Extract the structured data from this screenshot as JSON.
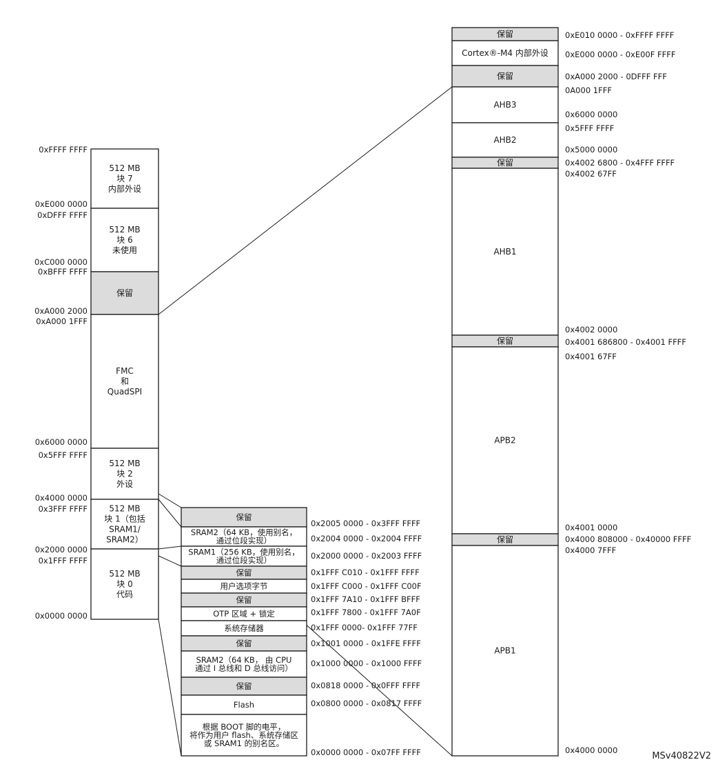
{
  "figure_id": "MSv40822V2",
  "left_column": [
    {
      "lines": [
        "512 MB",
        "块 7",
        "内部外设"
      ],
      "reserved": false
    },
    {
      "lines": [
        "512 MB",
        "块 6",
        "未使用"
      ],
      "reserved": false
    },
    {
      "lines": [
        "保留"
      ],
      "reserved": true
    },
    {
      "lines": [
        "FMC",
        "和",
        "QuadSPI"
      ],
      "reserved": false
    },
    {
      "lines": [
        "512 MB",
        "块 2",
        "外设"
      ],
      "reserved": false
    },
    {
      "lines": [
        "512 MB",
        "块 1（包括",
        "SRAM1/",
        "SRAM2）"
      ],
      "reserved": false
    },
    {
      "lines": [
        "512 MB",
        "块 0",
        "代码"
      ],
      "reserved": false
    }
  ],
  "left_addresses": [
    "0xFFFF FFFF",
    "0xE000 0000",
    "0xDFFF FFFF",
    "0xC000 0000",
    "0xBFFF FFFF",
    "0xA000 2000",
    "0xA000 1FFF",
    "0x6000 0000",
    "0x5FFF FFFF",
    "0x4000 0000",
    "0x3FFF FFFF",
    "0x2000 0000",
    "0x1FFF FFFF",
    "0x0000 0000"
  ],
  "middle_column": [
    {
      "lines": [
        "保留"
      ],
      "reserved": true
    },
    {
      "lines": [
        "SRAM2（64 KB，使用别名，",
        "通过位段实现）"
      ],
      "reserved": false
    },
    {
      "lines": [
        "SRAM1（256 KB，使用别名，",
        "通过位段实现）"
      ],
      "reserved": false
    },
    {
      "lines": [
        "保留"
      ],
      "reserved": true
    },
    {
      "lines": [
        "用户选项字节"
      ],
      "reserved": false
    },
    {
      "lines": [
        "保留"
      ],
      "reserved": true
    },
    {
      "lines": [
        "OTP 区域 + 锁定"
      ],
      "reserved": false
    },
    {
      "lines": [
        "系统存储器"
      ],
      "reserved": false
    },
    {
      "lines": [
        "保留"
      ],
      "reserved": true
    },
    {
      "lines": [
        "SRAM2（64 KB， 由 CPU",
        "通过 I 总线和 D 总线访问）"
      ],
      "reserved": false
    },
    {
      "lines": [
        "保留"
      ],
      "reserved": true
    },
    {
      "lines": [
        "Flash"
      ],
      "reserved": false
    },
    {
      "lines": [
        "根据 BOOT 脚的电平，",
        "将作为用户 flash、系统存储区",
        "或 SRAM1 的别名区。"
      ],
      "reserved": false
    }
  ],
  "middle_addresses": [
    "0x2005 0000 - 0x3FFF FFFF",
    "0x2004 0000 - 0x2004 FFFF",
    "0x2000 0000 - 0x2003 FFFF",
    "0x1FFF C010 - 0x1FFF FFFF",
    "0x1FFF C000 - 0x1FFF C00F",
    "0x1FFF 7A10 - 0x1FFF BFFF",
    "0x1FFF 7800 -  0x1FFF 7A0F",
    "0x1FFF 0000- 0x1FFF 77FF",
    "0x1001 0000 - 0x1FFE FFFF",
    "0x1000 0000 - 0x1000 FFFF",
    "0x0818 0000 - 0x0FFF FFFF",
    "0x0800 0000 - 0x0817 FFFF",
    "0x0000 0000 - 0x07FF FFFF"
  ],
  "right_column": [
    {
      "lines": [
        "保留"
      ],
      "reserved": true
    },
    {
      "lines": [
        "Cortex®-M4 内部外设"
      ],
      "reserved": false
    },
    {
      "lines": [
        "保留"
      ],
      "reserved": true
    },
    {
      "lines": [
        "AHB3"
      ],
      "reserved": false
    },
    {
      "lines": [
        "AHB2"
      ],
      "reserved": false
    },
    {
      "lines": [
        "保留"
      ],
      "reserved": true
    },
    {
      "lines": [
        "AHB1"
      ],
      "reserved": false
    },
    {
      "lines": [
        "保留"
      ],
      "reserved": true
    },
    {
      "lines": [
        "APB2"
      ],
      "reserved": false
    },
    {
      "lines": [
        "保留"
      ],
      "reserved": true
    },
    {
      "lines": [
        "APB1"
      ],
      "reserved": false
    }
  ],
  "right_addresses": [
    "0xE010 0000 - 0xFFFF FFFF",
    "0xE000 0000 - 0xE00F FFFF",
    "0xA000 2000 - 0DFFF FFF",
    "0A000 1FFF",
    "0x6000 0000",
    "0x5FFF FFFF",
    "0x5000 0000",
    "0x4002 6800 - 0x4FFF FFFF",
    "0x4002 67FF",
    "0x4002 0000",
    "0x4001 686800 - 0x4001 FFFF",
    "0x4001 67FF",
    "0x4001 0000",
    "0x4000 808000 - 0x40000 FFFF",
    "0x4000 7FFF",
    "0x4000 0000"
  ]
}
